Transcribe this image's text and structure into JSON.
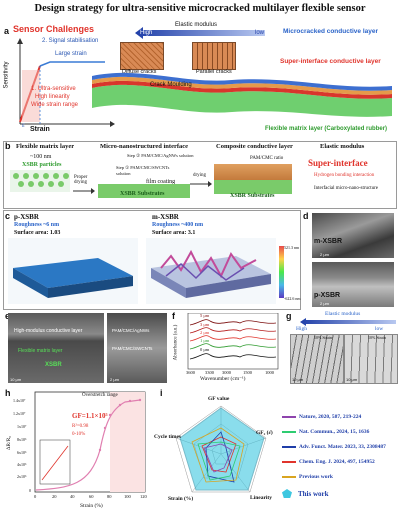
{
  "figure_title": "Design strategy for ultra-sensitive microcracked multilayer flexible sensor",
  "panel_a": {
    "letter": "a",
    "heading": "Sensor Challenges",
    "item2": "2. Signal stabilisation",
    "large_strain": "Large strain",
    "item1_l1": "1. Ultra-sensitive",
    "item1_l2": "High linearity",
    "item1_l3": "Wide strain range",
    "ylabel": "Sensitivity",
    "xlabel": "Strain",
    "epsilon": "ε",
    "elastic_modulus": "Elastic modulus",
    "high": "High",
    "low": "low",
    "diffuse": "Diffuse cracks",
    "parallel": "Parallel cracks",
    "crack_moulding": "Crack Moulding",
    "microcracked": "Microcracked conductive layer",
    "super_interface": "Super-interface conductive layer",
    "flex_matrix": "Flexible matrix layer (Carboxylated rubber)"
  },
  "panel_b": {
    "letter": "b",
    "flex_matrix": "Flexible matrix layer",
    "size": "~100 nm",
    "xsbr_particles": "XSBR particles",
    "proper_drying": "Proper drying",
    "xsbr_substrates": "XSBR Substrates",
    "micro_nano": "Micro-nanostructured interface",
    "step2": "Step ② PAM/CMC/AgNWs solution",
    "step1": "Step ① PAM/CMC/SWCNTs solution",
    "film_coating": "film coating",
    "drying": "drying",
    "composite": "Composite conductive layer",
    "elastic": "Elastic modulus",
    "pam_ratio": "PAM/CMC ratio",
    "super_interface": "Super-interface",
    "hbond": "Hydrogen bonding interaction",
    "interfacial": "Interfacial micro-nano-structure",
    "xsbr_substrates2": "XSBR Substrates"
  },
  "panel_c": {
    "letter": "c",
    "p_title": "p-XSBR",
    "p_rough": "Roughness ~6 nm",
    "p_area": "Surface area: 1.03",
    "m_title": "m-XSBR",
    "m_rough": "Roughness ~400 nm",
    "m_area": "Surface area: 3.1",
    "scale_top": "521.3 nm",
    "scale_bottom": "-622.6 nm"
  },
  "panel_d": {
    "letter": "d",
    "m_label": "m-XSBR",
    "p_label": "p-XSBR",
    "scale1": "2 μm",
    "scale2": "2 μm"
  },
  "panel_e": {
    "letter": "e",
    "layer1": "High-modulus conductive layer",
    "layer2": "Flexible matrix layer",
    "xsbr": "XSBR",
    "pam1": "PAM/CMC/AgNWs",
    "pam2": "PAM/CMC/SWCNTs",
    "scale1": "10 μm",
    "scale2": "2 μm"
  },
  "panel_f": {
    "letter": "f",
    "ylabel": "Absorbance (a.u.)",
    "xlabel": "Wavenumber (cm⁻¹)",
    "ticks": [
      "3600",
      "3300",
      "3000",
      "1500",
      "1000"
    ],
    "labels": [
      "5 μm",
      "3 μm",
      "2 μm",
      "1 μm",
      "0 μm"
    ]
  },
  "panel_g": {
    "letter": "g",
    "elastic": "Elastic modulus",
    "high": "High",
    "low": "low",
    "strain1": "10% Strain",
    "strain2": "10% Strain",
    "scale1": "10 μm",
    "scale2": "10 μm"
  },
  "panel_h": {
    "letter": "h",
    "ylabel": "ΔR/R₀",
    "xlabel": "Strain (%)",
    "overstretch": "Overstretch range",
    "gf": "GF=1.1×10⁵",
    "r2": "R²=0.98",
    "range": "0-10%",
    "y_ticks": [
      "0",
      "2x10⁶",
      "4x10⁶",
      "6x10⁶",
      "8x10⁶",
      "1x10⁷",
      "1.2x10⁷",
      "1.4x10⁷"
    ],
    "x_ticks": [
      "0",
      "20",
      "40",
      "60",
      "80",
      "100",
      "120"
    ]
  },
  "panel_i": {
    "letter": "i",
    "axes": [
      "GF value",
      "GF₂ (ε̇)",
      "Linearity",
      "Strain (%)",
      "Cycle times"
    ],
    "legend": [
      {
        "label": "Nature, 2020, 587, 219-224",
        "color": "#8e44ad"
      },
      {
        "label": "Nat. Commun., 2024, 15, 1636",
        "color": "#2ecc71"
      },
      {
        "label": "Adv. Funct. Mater. 2023, 33, 2308487",
        "color": "#1f3ea8"
      },
      {
        "label": "Chem. Eng. J. 2024, 497, 154952",
        "color": "#e0342c"
      },
      {
        "label": "Previous work",
        "color": "#d9a520"
      },
      {
        "label": "This work",
        "color": "#3ec7e0"
      }
    ]
  }
}
